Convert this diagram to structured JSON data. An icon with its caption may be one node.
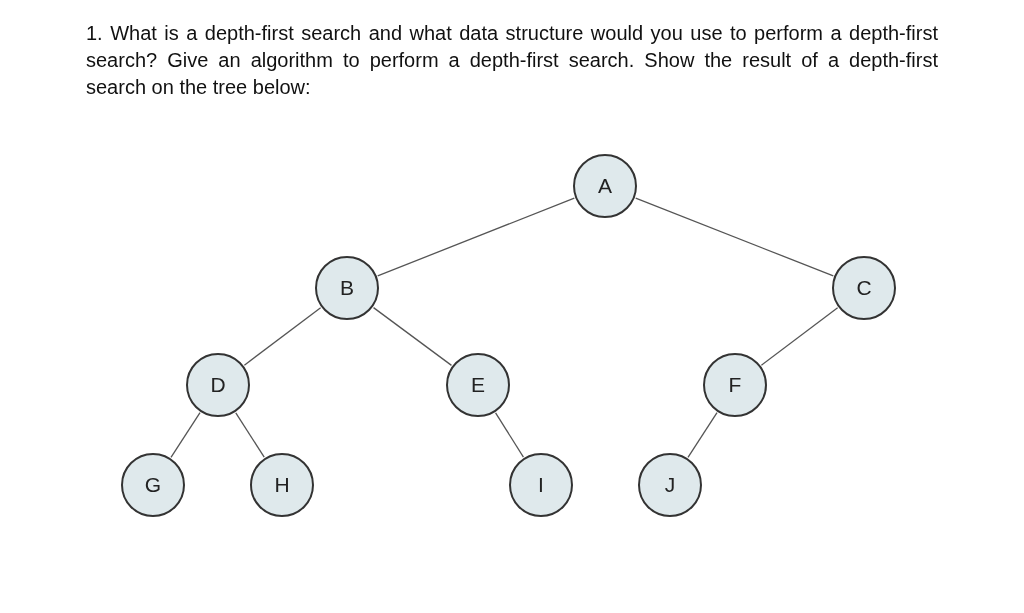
{
  "diagram": {
    "title": "1. What is a depth-first search and what data structure would you use to perform a depth-first search? Give an algorithm to perform a depth-first search. Show the result of a depth-first search on the tree below:",
    "nodes": [
      {
        "text": [
          "A"
        ]
      },
      {
        "text": [
          "B"
        ]
      },
      {
        "text": [
          "C"
        ]
      },
      {
        "text": [
          "D"
        ]
      },
      {
        "text": [
          "E"
        ]
      },
      {
        "text": [
          "F"
        ]
      },
      {
        "text": [
          "G"
        ]
      },
      {
        "text": [
          "H"
        ]
      },
      {
        "text": [
          "I"
        ]
      },
      {
        "text": [
          "J"
        ]
      }
    ],
    "edges": [
      {
        "from": 0,
        "to": 1,
        "arrow": "none"
      },
      {
        "from": 0,
        "to": 2,
        "arrow": "none"
      },
      {
        "from": 1,
        "to": 3,
        "arrow": "none"
      },
      {
        "from": 1,
        "to": 4,
        "arrow": "none"
      },
      {
        "from": 2,
        "to": 5,
        "arrow": "none"
      },
      {
        "from": 3,
        "to": 6,
        "arrow": "none"
      },
      {
        "from": 3,
        "to": 7,
        "arrow": "none"
      },
      {
        "from": 4,
        "to": 8,
        "arrow": "none"
      },
      {
        "from": 5,
        "to": 9,
        "arrow": "none"
      }
    ]
  }
}
